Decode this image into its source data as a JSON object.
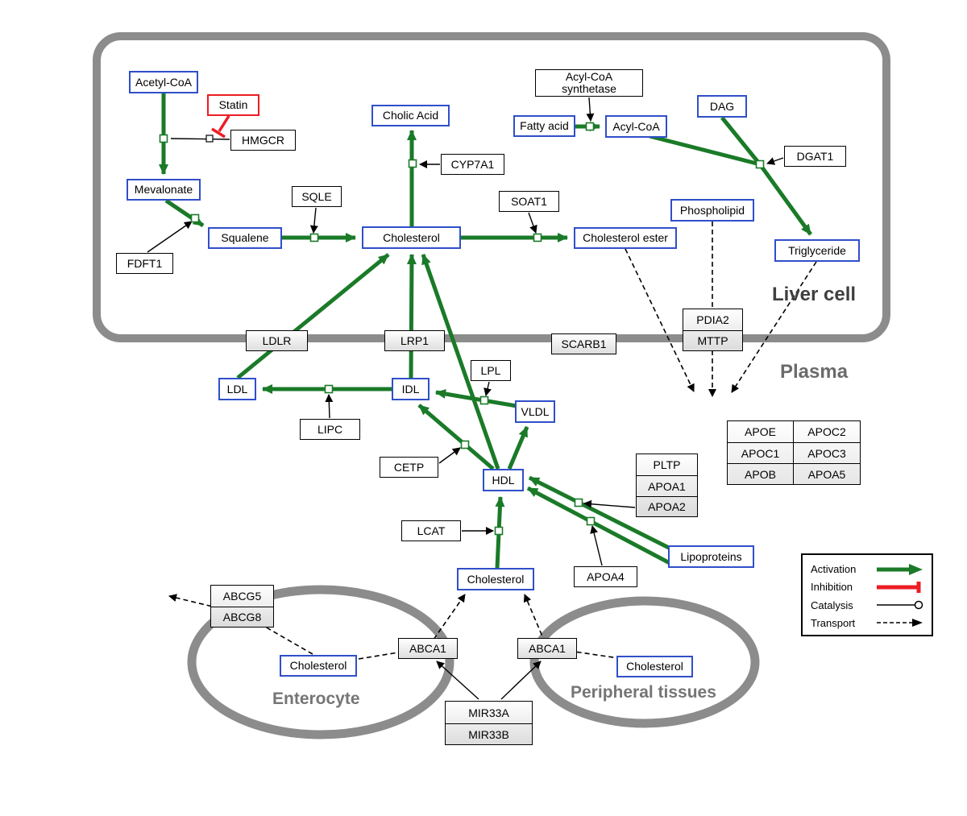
{
  "regions": {
    "liver": "Liver cell",
    "plasma": "Plasma",
    "enterocyte": "Enterocyte",
    "peripheral": "Peripheral tissues"
  },
  "legend": {
    "activation": "Activation",
    "inhibition": "Inhibition",
    "catalysis": "Catalysis",
    "transport": "Transport"
  },
  "colors": {
    "activation": "#1a7a28",
    "inhibition": "#ed1c24",
    "metabolite_border": "#2f4fc9",
    "membrane": "#8c8c8c"
  },
  "nodes": {
    "acetyl_coa": "Acetyl-CoA",
    "statin": "Statin",
    "hmgcr": "HMGCR",
    "mevalonate": "Mevalonate",
    "fdft1": "FDFT1",
    "squalene": "Squalene",
    "sqle": "SQLE",
    "cholesterol_liver": "Cholesterol",
    "cholic_acid": "Cholic Acid",
    "cyp7a1": "CYP7A1",
    "soat1": "SOAT1",
    "cholesterol_ester": "Cholesterol ester",
    "acyl_coa_synthetase_1": "Acyl-CoA",
    "acyl_coa_synthetase_2": "synthetase",
    "fatty_acid": "Fatty acid",
    "acyl_coa": "Acyl-CoA",
    "dag": "DAG",
    "dgat1": "DGAT1",
    "phospholipid": "Phospholipid",
    "triglyceride": "Triglyceride",
    "ldlr": "LDLR",
    "lrp1": "LRP1",
    "scarb1": "SCARB1",
    "pdia2": "PDIA2",
    "mttp": "MTTP",
    "ldl": "LDL",
    "idl": "IDL",
    "lipc": "LIPC",
    "lpl": "LPL",
    "vldl": "VLDL",
    "cetp": "CETP",
    "hdl": "HDL",
    "lcat": "LCAT",
    "apoa4": "APOA4",
    "lipoproteins": "Lipoproteins",
    "cholesterol_plasma": "Cholesterol",
    "pltp": "PLTP",
    "apoa1": "APOA1",
    "apoa2": "APOA2",
    "apoe": "APOE",
    "apoc2": "APOC2",
    "apoc1": "APOC1",
    "apoc3": "APOC3",
    "apob": "APOB",
    "apoa5": "APOA5",
    "abcg5": "ABCG5",
    "abcg8": "ABCG8",
    "cholesterol_enterocyte": "Cholesterol",
    "abca1_left": "ABCA1",
    "abca1_right": "ABCA1",
    "cholesterol_peripheral": "Cholesterol",
    "mir33a": "MIR33A",
    "mir33b": "MIR33B"
  }
}
